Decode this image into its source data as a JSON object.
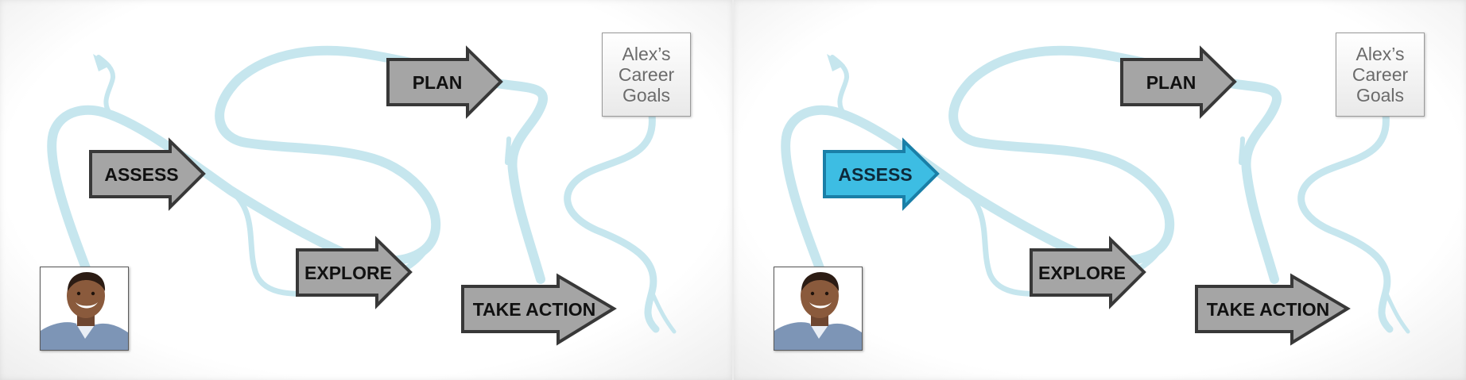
{
  "panels": [
    {
      "id": "left",
      "goal_text": "Alex’s Career Goals",
      "steps": [
        {
          "label": "ASSESS",
          "active": false
        },
        {
          "label": "PLAN",
          "active": false
        },
        {
          "label": "EXPLORE",
          "active": false
        },
        {
          "label": "TAKE ACTION",
          "active": false
        }
      ]
    },
    {
      "id": "right",
      "goal_text": "Alex’s Career Goals",
      "steps": [
        {
          "label": "ASSESS",
          "active": true
        },
        {
          "label": "PLAN",
          "active": false
        },
        {
          "label": "EXPLORE",
          "active": false
        },
        {
          "label": "TAKE ACTION",
          "active": false
        }
      ]
    }
  ],
  "colors": {
    "path": "#c6e6ee",
    "arrow_fill": "#a5a5a5",
    "arrow_border": "#383838",
    "active_fill": "#3dbde3",
    "active_border": "#1a7fa7"
  }
}
